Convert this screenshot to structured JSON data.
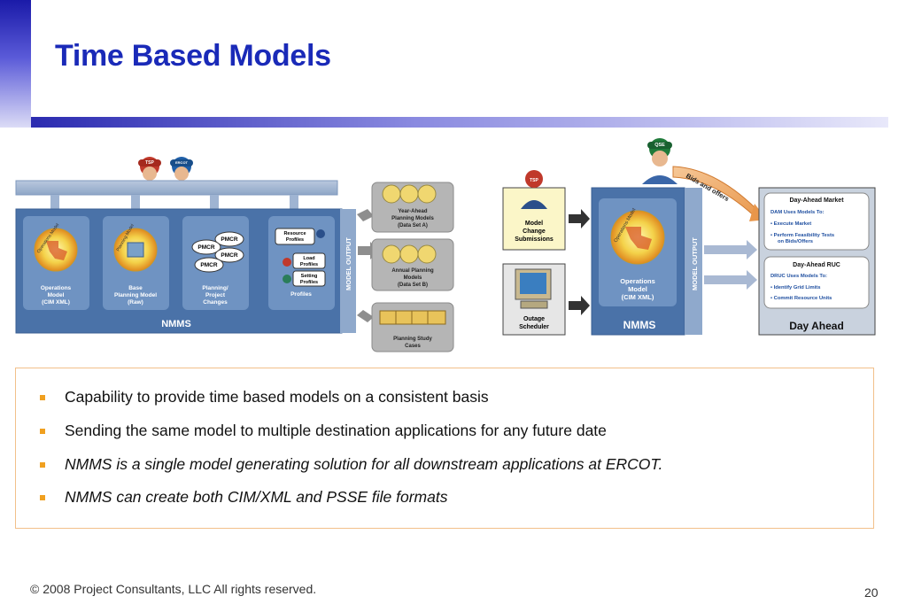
{
  "slide": {
    "title": "Time Based Models",
    "footer": "© 2008 Project Consultants, LLC All rights reserved.",
    "page_number": "20"
  },
  "diagram_left": {
    "hat_labels": [
      "TSP",
      "ERCOT"
    ],
    "system_label": "NMMS",
    "model_output_label": "MODEL OUTPUT",
    "cells": [
      {
        "lines": [
          "Operations",
          "Model",
          "(CIM XML)"
        ],
        "badge": "Operations Model"
      },
      {
        "lines": [
          "Base",
          "Planning Model",
          "(Raw)"
        ],
        "badge": "Planning Model"
      },
      {
        "lines": [
          "Planning/",
          "Project",
          "Changes"
        ]
      },
      {
        "lines": [
          "Profiles"
        ]
      }
    ],
    "pmcr_labels": [
      "PMCR",
      "PMCR",
      "PMCR",
      "PMCR"
    ],
    "profile_tags": [
      {
        "lines": [
          "Resource",
          "Profiles"
        ]
      },
      {
        "lines": [
          "Load",
          "Profiles"
        ]
      },
      {
        "lines": [
          "Setting",
          "Profiles"
        ]
      }
    ],
    "outputs": [
      {
        "lines": [
          "Year-Ahead",
          "Planning Models",
          "(Data Set A)"
        ]
      },
      {
        "lines": [
          "Annual Planning",
          "Models",
          "(Data Set B)"
        ]
      },
      {
        "lines": [
          "Planning Study",
          "Cases"
        ]
      }
    ]
  },
  "diagram_right": {
    "hat_labels": [
      "TSP",
      "QSE"
    ],
    "model_change_lines": [
      "Model",
      "Change",
      "Submissions"
    ],
    "outage_lines": [
      "Outage",
      "Scheduler"
    ],
    "system_label": "NMMS",
    "model_output_label": "MODEL OUTPUT",
    "ops_lines": [
      "Operations",
      "Model",
      "(CIM XML)"
    ],
    "ops_badge": "Operations Model",
    "bids_label": "Bids and offers",
    "day_ahead_title": "Day Ahead",
    "dam": {
      "title": "Day-Ahead Market",
      "sub": "DAM Uses Models To:",
      "items": [
        "• Execute Market",
        "• Perform Feasibility Tests",
        "on Bids/Offers"
      ]
    },
    "druc": {
      "title": "Day-Ahead RUC",
      "sub": "DRUC Uses Models To:",
      "items": [
        "• Identify Grid Limits",
        "• Commit Resource Units"
      ]
    }
  },
  "bullets": [
    {
      "text": "Capability to provide time based models on a consistent basis",
      "italic": false
    },
    {
      "text": "Sending the same model to multiple destination applications for any future date",
      "italic": false
    },
    {
      "text": "NMMS is a single model generating solution for all downstream applications at ERCOT.",
      "italic": true
    },
    {
      "text": "NMMS can create both CIM/XML and PSSE file formats",
      "italic": true
    }
  ],
  "colors": {
    "title": "#1a2ab8",
    "nmms_blue": "#4a72a8",
    "cell_blue": "#6f93c2",
    "bullet": "#f0a020",
    "box_border": "#f2c08a"
  }
}
